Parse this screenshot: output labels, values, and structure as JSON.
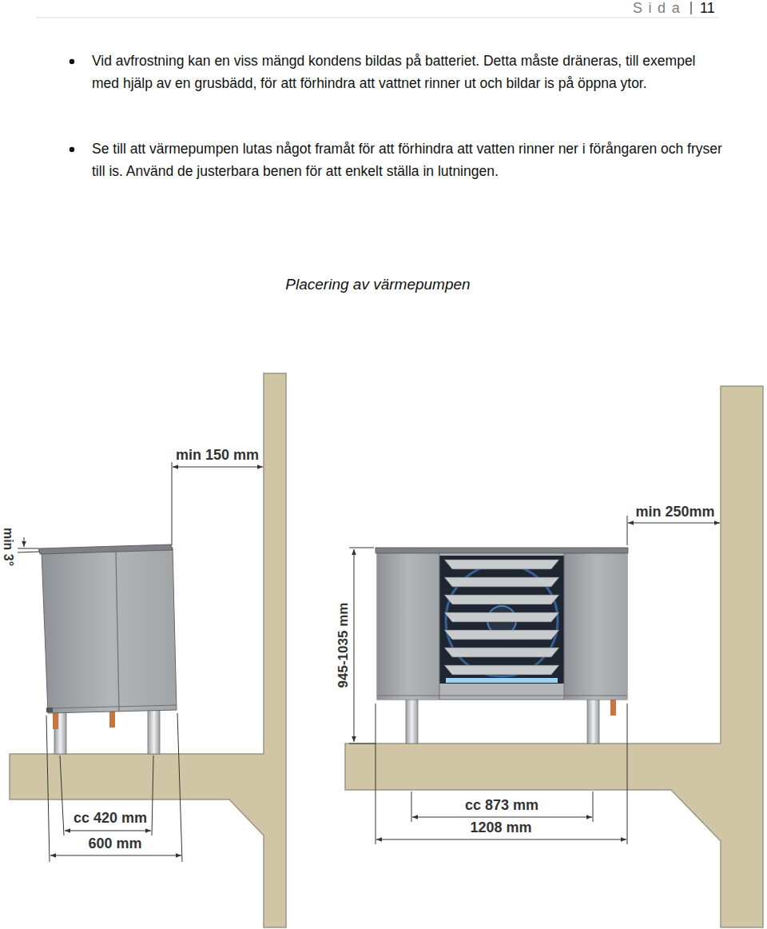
{
  "diagram": {
    "title": "Placering av värmepumpen",
    "labels": [
      "Sida",
      "11",
      "Vid avfrostning kan en viss mängd kondens bildas på batteriet. Detta måste dräneras, till exempel med hjälp av en grusbädd, för att förhindra att vattnet rinner ut och bildar is på öppna ytor.",
      "Se till att värmepumpen lutas något framåt för att förhindra att vatten rinner ner i förångaren och fryser till is. Använd de justerbara benen för att enkelt ställa in lutningen.",
      "min 150 mm",
      "min 3°",
      "cc 420 mm",
      "600 mm",
      "min 250mm",
      "945-1035 mm",
      "cc 873 mm",
      "1208 mm"
    ]
  }
}
